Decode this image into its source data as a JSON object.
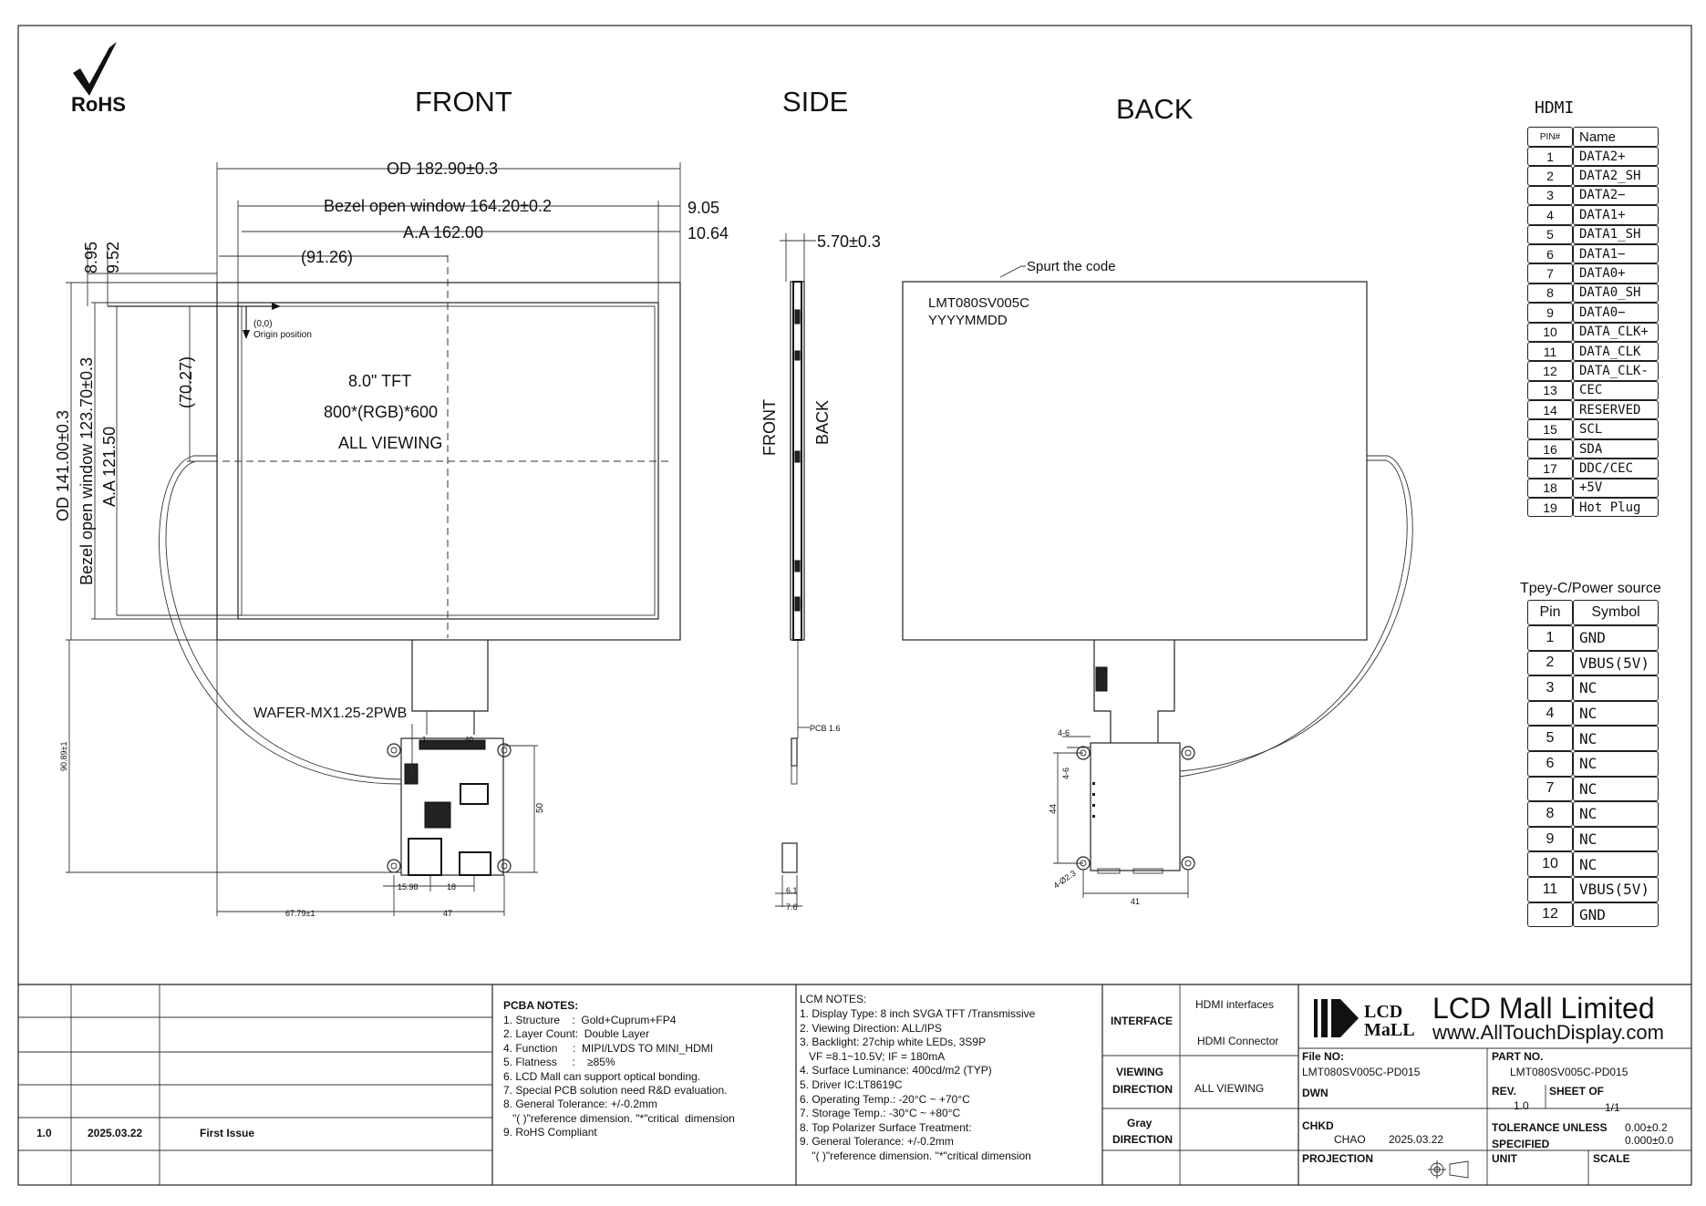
{
  "logo": {
    "rohs": "RoHS"
  },
  "views": {
    "front": "FRONT",
    "side": "SIDE",
    "back": "BACK"
  },
  "front": {
    "od_width": "OD 182.90±0.3",
    "bezel_window": "Bezel open window 164.20±0.2",
    "aa_width": "A.A 162.00",
    "dim_9_05": "9.05",
    "dim_10_64": "10.64",
    "dim_91_26": "(91.26)",
    "dim_8_95": "8.95",
    "dim_9_52": "9.52",
    "origin": "(0,0)",
    "origin_label": "Origin position",
    "od_height": "OD 141.00±0.3",
    "bezel_height": "Bezel open window 123.70±0.3",
    "aa_height": "A.A 121.50",
    "dim_70_27": "(70.27)",
    "panel_lines": [
      "8.0\" TFT",
      "800*(RGB)*600",
      "ALL VIEWING"
    ],
    "wafer": "WAFER-MX1.25-2PWB",
    "pin1": "1",
    "pin40": "40",
    "dim_90_89": "90.89±1",
    "dim_50": "50",
    "dim_15_98": "15.98",
    "dim_18": "18",
    "dim_67_79": "67.79±1",
    "dim_47": "47"
  },
  "side": {
    "thickness": "5.70±0.3",
    "front_label": "FRONT",
    "back_label": "BACK",
    "pcb": "PCB 1.6",
    "dim_6_1": "6.1",
    "dim_7_6": "7.6"
  },
  "back": {
    "spurt": "Spurt the code",
    "code_lines": [
      "LMT080SV005C",
      "YYYYMMDD"
    ],
    "dim_4_6a": "4-6",
    "dim_4_6b": "4-6",
    "dim_44": "44",
    "dim_hole": "4-Ø2.3",
    "dim_41": "41"
  },
  "hdmi_table": {
    "title": "HDMI",
    "header": [
      "PIN#",
      "Name"
    ],
    "rows": [
      [
        "1",
        "DATA2+"
      ],
      [
        "2",
        "DATA2_SH"
      ],
      [
        "3",
        "DATA2−"
      ],
      [
        "4",
        "DATA1+"
      ],
      [
        "5",
        "DATA1_SH"
      ],
      [
        "6",
        "DATA1−"
      ],
      [
        "7",
        "DATA0+"
      ],
      [
        "8",
        "DATA0_SH"
      ],
      [
        "9",
        "DATA0−"
      ],
      [
        "10",
        "DATA_CLK+"
      ],
      [
        "11",
        "DATA_CLK"
      ],
      [
        "12",
        "DATA_CLK-"
      ],
      [
        "13",
        "CEC"
      ],
      [
        "14",
        "RESERVED"
      ],
      [
        "15",
        "SCL"
      ],
      [
        "16",
        "SDA"
      ],
      [
        "17",
        "DDC/CEC"
      ],
      [
        "18",
        "+5V"
      ],
      [
        "19",
        "Hot Plug"
      ]
    ]
  },
  "typec_table": {
    "title": "Tpey-C/Power source",
    "header": [
      "Pin",
      "Symbol"
    ],
    "rows": [
      [
        "1",
        "GND"
      ],
      [
        "2",
        "VBUS(5V)"
      ],
      [
        "3",
        "NC"
      ],
      [
        "4",
        "NC"
      ],
      [
        "5",
        "NC"
      ],
      [
        "6",
        "NC"
      ],
      [
        "7",
        "NC"
      ],
      [
        "8",
        "NC"
      ],
      [
        "9",
        "NC"
      ],
      [
        "10",
        "NC"
      ],
      [
        "11",
        "VBUS(5V)"
      ],
      [
        "12",
        "GND"
      ]
    ]
  },
  "revision": {
    "rev": "1.0",
    "date": "2025.03.22",
    "desc": "First Issue"
  },
  "pcba_notes": {
    "title": "PCBA NOTES:",
    "lines": [
      "1. Structure    :  Gold+Cuprum+FP4",
      "2. Layer Count:  Double Layer",
      "4. Function     :  MIPI/LVDS TO MINI_HDMI",
      "5. Flatness     :    ≥85%",
      "6. LCD Mall can support optical bonding.",
      "7. Special PCB solution need R&D evaluation.",
      "8. General Tolerance: +/-0.2mm",
      "   \"( )\"reference dimension. \"*\"critical  dimension",
      "9. RoHS Compliant"
    ]
  },
  "lcm_notes": {
    "title": "LCM NOTES:",
    "lines": [
      "1. Display Type: 8 inch SVGA TFT /Transmissive",
      "2. Viewing Direction: ALL/IPS",
      "3. Backlight: 27chip white LEDs, 3S9P",
      "   VF =8.1~10.5V; IF = 180mA",
      "4. Surface Luminance: 400cd/m2 (TYP)",
      "5. Driver IC:LT8619C",
      "6. Operating Temp.: -20°C ~ +70°C",
      "7. Storage Temp.: -30°C ~ +80°C",
      "8. Top Polarizer Surface Treatment:",
      "9. General Tolerance: +/-0.2mm",
      "    \"( )\"reference dimension. \"*\"critical dimension"
    ]
  },
  "interface": {
    "interface_label": "INTERFACE",
    "interface_values": [
      "HDMI interfaces",
      "HDMI Connector"
    ],
    "viewing_label": [
      "VIEWING",
      "DIRECTION"
    ],
    "viewing_value": "ALL VIEWING",
    "gray_label": [
      "Gray",
      "DIRECTION"
    ]
  },
  "company": {
    "logo_text": "LCD MaLL",
    "name": "LCD Mall Limited",
    "url": "www.AllTouchDisplay.com"
  },
  "title_block": {
    "file_no_label": "File NO:",
    "file_no": "LMT080SV005C-PD015",
    "part_no_label": "PART NO.",
    "part_no": "LMT080SV005C-PD015",
    "dwn": "DWN",
    "rev_label": "REV.",
    "rev": "1.0",
    "sheet_label": "SHEET OF",
    "sheet": "1/1",
    "chkd": "CHKD",
    "chkd_name": "CHAO",
    "chkd_date": "2025.03.22",
    "tolerance_label": [
      "TOLERANCE UNLESS",
      "SPECIFIED"
    ],
    "tolerance_values": [
      "0.00±0.2",
      "0.000±0.0"
    ],
    "projection": "PROJECTION",
    "unit": "UNIT",
    "scale": "SCALE"
  }
}
